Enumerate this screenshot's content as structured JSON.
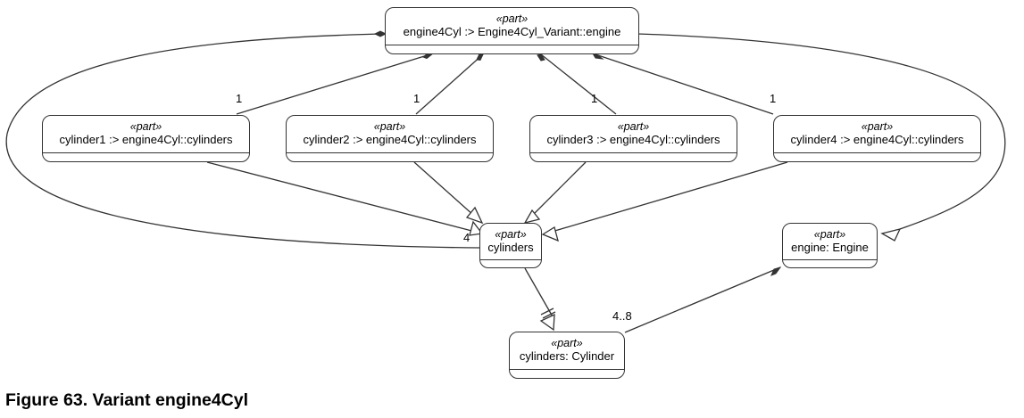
{
  "nodes": {
    "engine4cyl": {
      "stereotype": "«part»",
      "title": "engine4Cyl :> Engine4Cyl_Variant::engine"
    },
    "cylinder1": {
      "stereotype": "«part»",
      "title": "cylinder1 :> engine4Cyl::cylinders"
    },
    "cylinder2": {
      "stereotype": "«part»",
      "title": "cylinder2 :> engine4Cyl::cylinders"
    },
    "cylinder3": {
      "stereotype": "«part»",
      "title": "cylinder3 :> engine4Cyl::cylinders"
    },
    "cylinder4": {
      "stereotype": "«part»",
      "title": "cylinder4 :> engine4Cyl::cylinders"
    },
    "cylinders": {
      "stereotype": "«part»",
      "title": "cylinders"
    },
    "engine": {
      "stereotype": "«part»",
      "title": "engine: Engine"
    },
    "cylinders_cylinder": {
      "stereotype": "«part»",
      "title": "cylinders: Cylinder"
    }
  },
  "multiplicities": {
    "cylinder1": "1",
    "cylinder2": "1",
    "cylinder3": "1",
    "cylinder4": "1",
    "cylinders": "4",
    "cylinder_type": "4..8"
  },
  "caption": "Figure 63. Variant engine4Cyl"
}
